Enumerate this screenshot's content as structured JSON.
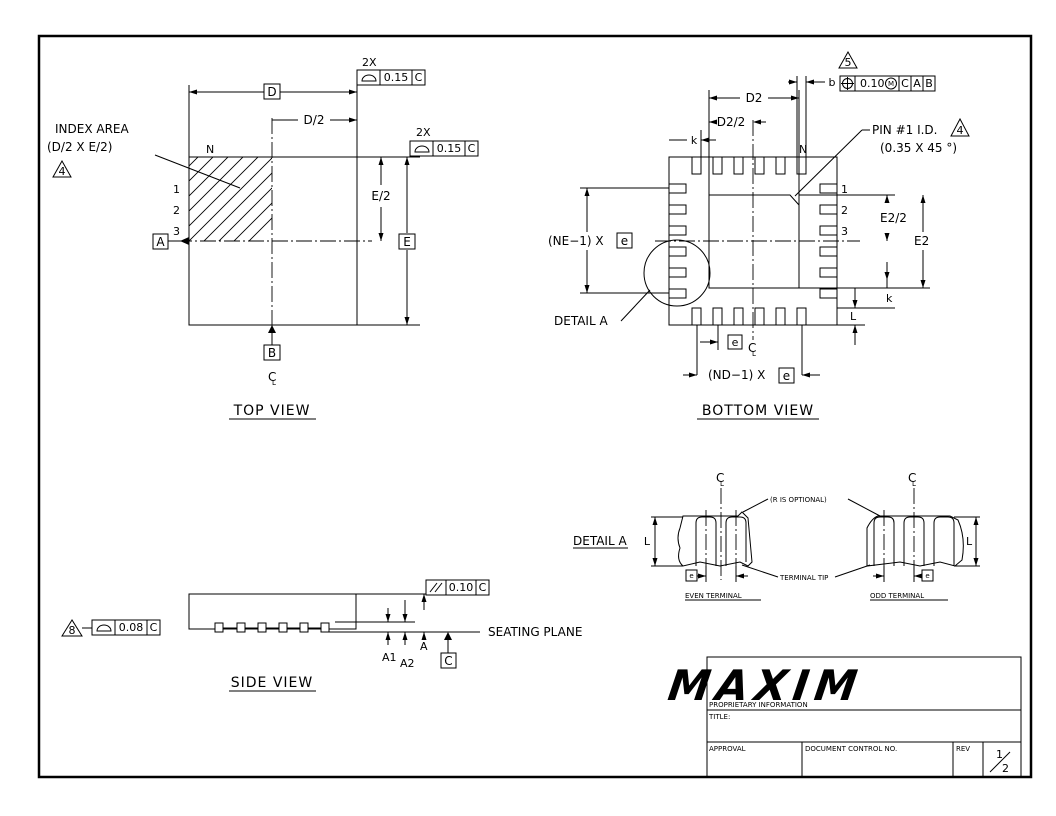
{
  "top_view": {
    "title": "TOP VIEW",
    "index_area_line1": "INDEX AREA",
    "index_area_line2": "(D/2 X E/2)",
    "index_note_num": "4",
    "label_D": "D",
    "label_D2half": "D/2",
    "label_E": "E",
    "label_E2half": "E/2",
    "label_N": "N",
    "pins": [
      "1",
      "2",
      "3"
    ],
    "datum_A": "A",
    "datum_B": "B",
    "cl_mark": "C",
    "cl_sub": "L",
    "flat1": {
      "count": "2X",
      "value": "0.15",
      "datum": "C"
    },
    "flat2": {
      "count": "2X",
      "value": "0.15",
      "datum": "C"
    }
  },
  "bottom_view": {
    "title": "BOTTOM VIEW",
    "label_D2": "D2",
    "label_D2half": "D2/2",
    "label_E2": "E2",
    "label_E2half": "E2/2",
    "label_k": "k",
    "label_k2": "k",
    "label_b": "b",
    "label_L": "L",
    "label_N": "N",
    "label_e": "e",
    "pins": [
      "1",
      "2",
      "3"
    ],
    "note5": "5",
    "pos_tol": {
      "value": "0.10",
      "modifier": "M",
      "datums": [
        "C",
        "A",
        "B"
      ]
    },
    "pin1_line1": "PIN #1 I.D.",
    "pin1_line2": "(0.35 X 45 °)",
    "pin1_note": "4",
    "ne_label": "(NE−1) X",
    "nd_label": "(ND−1) X",
    "detail_a": "DETAIL A",
    "cl_mark": "C",
    "cl_sub": "L"
  },
  "side_view": {
    "title": "SIDE VIEW",
    "note8": "8",
    "flat": {
      "value": "0.08",
      "datum": "C"
    },
    "parallel": {
      "value": "0.10",
      "datum": "C"
    },
    "seating_plane": "SEATING PLANE",
    "label_A": "A",
    "label_A1": "A1",
    "label_A2": "A2",
    "datum_C": "C"
  },
  "detail_a": {
    "title": "DETAIL A",
    "r_note": "(R IS OPTIONAL)",
    "terminal_tip": "TERMINAL TIP",
    "even_terminal": "EVEN TERMINAL",
    "odd_terminal": "ODD TERMINAL",
    "label_L": "L",
    "label_L2": "L",
    "label_e": "e",
    "label_e2": "e",
    "cl_mark": "C",
    "cl_sub": "L"
  },
  "title_block": {
    "logo": "MAXIM",
    "proprietary": "PROPRIETARY INFORMATION",
    "title_label": "TITLE:",
    "approval_label": "APPROVAL",
    "doc_control_label": "DOCUMENT CONTROL NO.",
    "rev_label": "REV",
    "sheet_num": "1",
    "sheet_den": "2"
  }
}
